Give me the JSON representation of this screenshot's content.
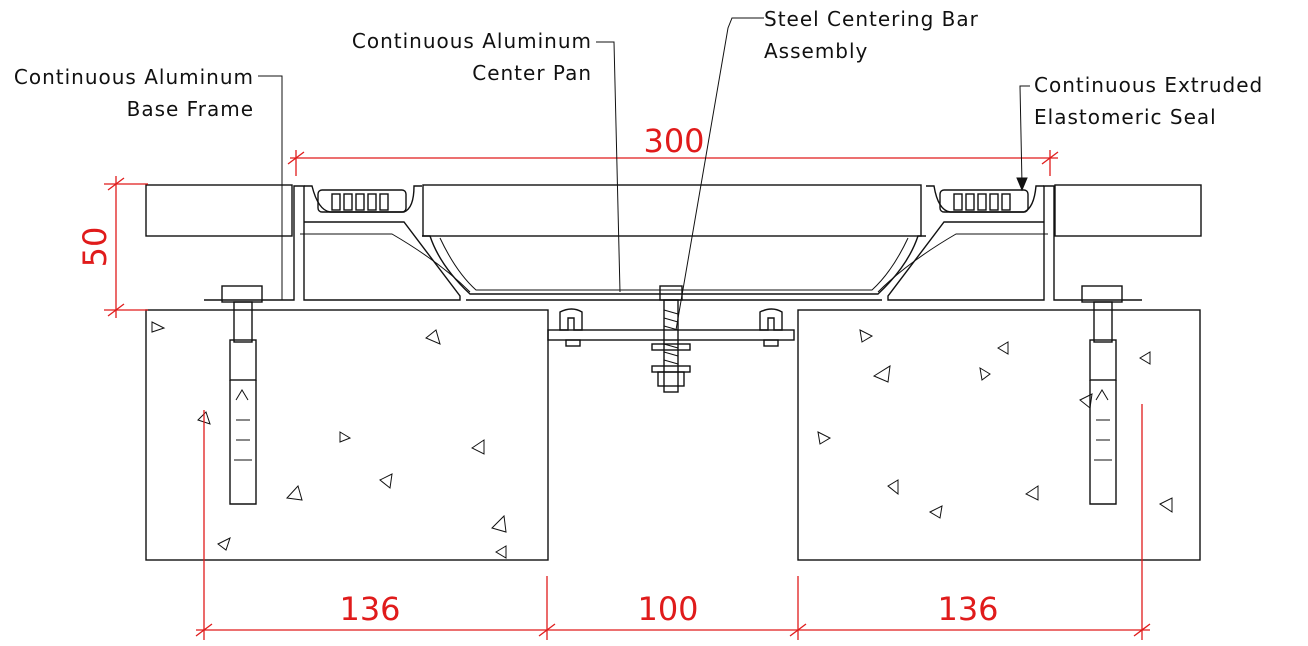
{
  "labels": {
    "base_frame": [
      "Continuous Aluminum",
      "Base Frame"
    ],
    "center_pan": [
      "Continuous Aluminum",
      "Center Pan"
    ],
    "centering_bar": [
      "Steel Centering Bar",
      "Assembly"
    ],
    "seal": [
      "Continuous Extruded",
      "Elastomeric Seal"
    ]
  },
  "dimensions": {
    "overall_width": "300",
    "depth": "50",
    "left_slab": "136",
    "gap": "100",
    "right_slab": "136"
  },
  "colors": {
    "dimension": "#e01b1b",
    "linework": "#111111"
  }
}
